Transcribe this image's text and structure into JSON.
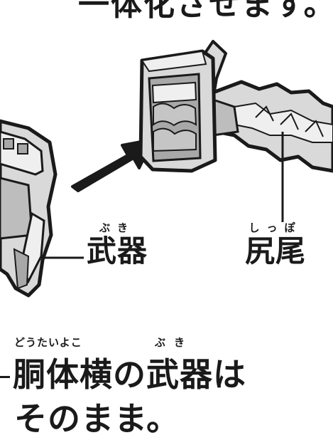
{
  "top_text": "一体化させます。",
  "labels": {
    "buki": {
      "furigana": "ぶき",
      "text": "武器"
    },
    "shippo": {
      "furigana": "しっぽ",
      "text": "尻尾"
    }
  },
  "caption": {
    "furigana_doutaiyoko": "どうたいよこ",
    "furigana_buki": "ぶき",
    "line1": "胴体横の武器は",
    "line2": "そのまま。"
  },
  "colors": {
    "ink": "#1a1a1a",
    "part_fill": "#d9d9d9",
    "part_shade": "#a8a8a8",
    "part_light": "#efefef"
  }
}
